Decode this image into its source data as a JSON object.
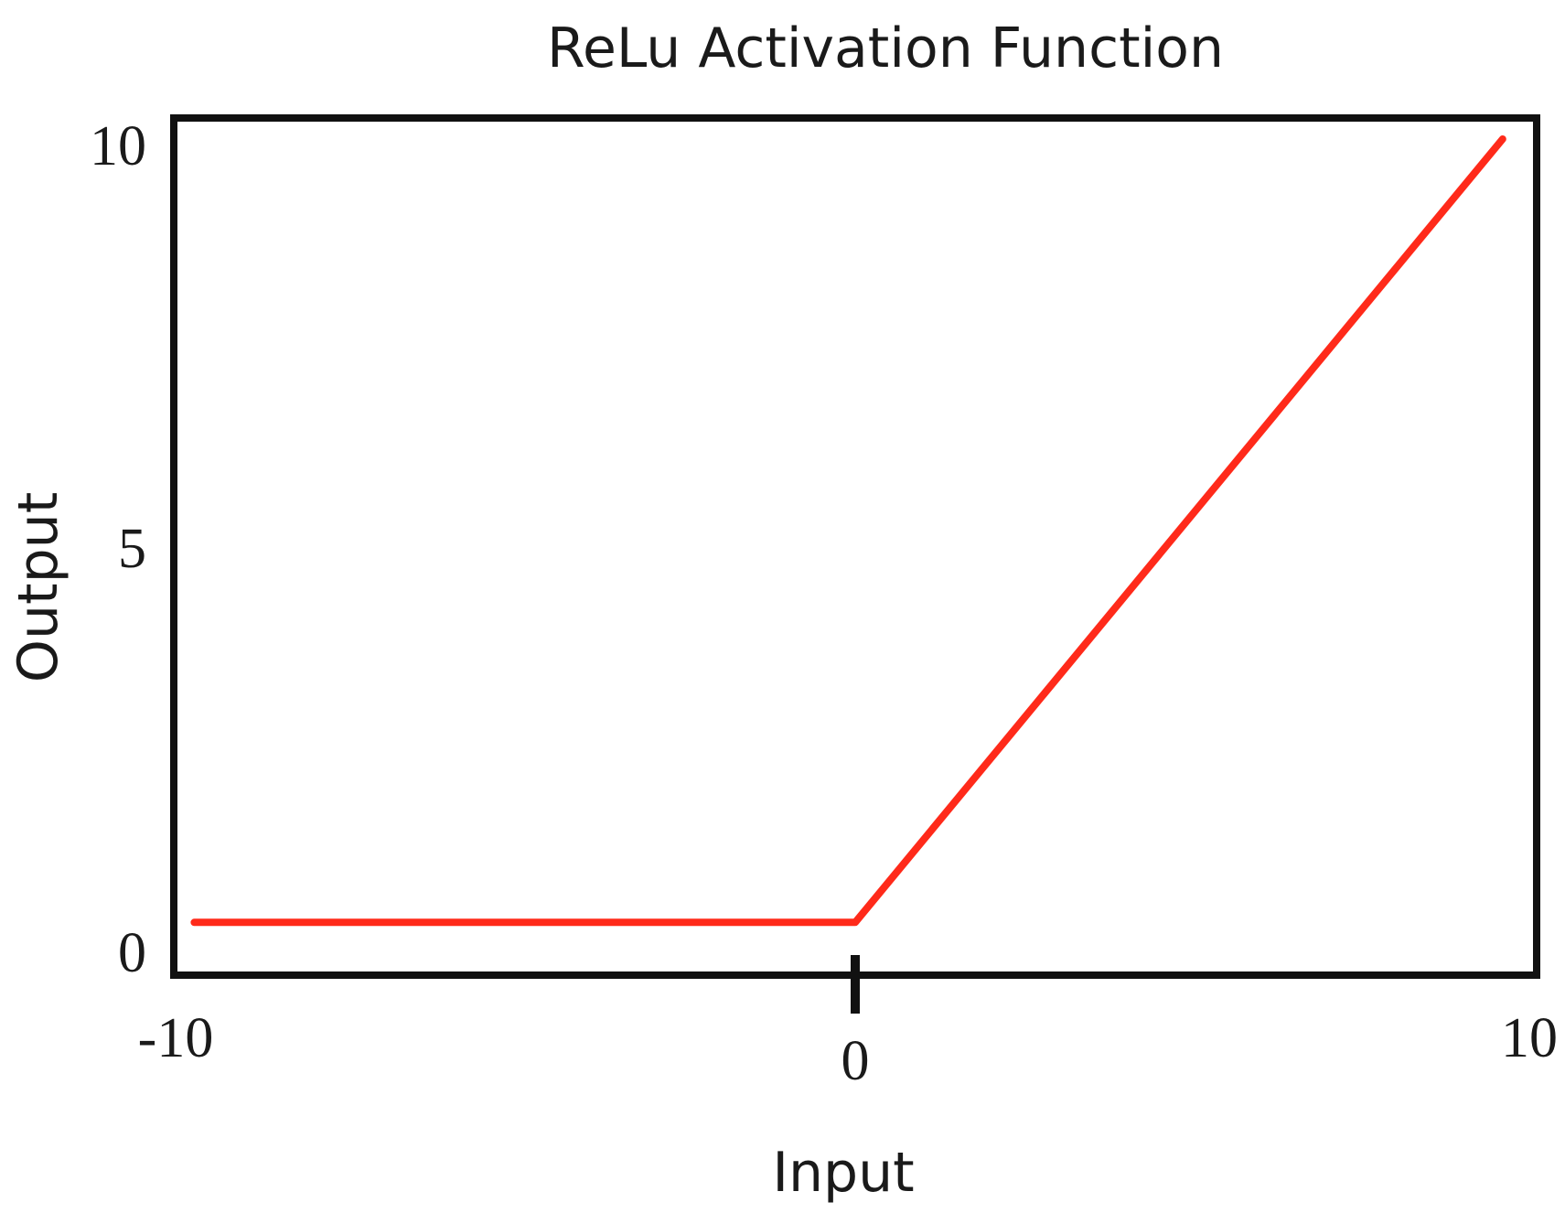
{
  "chart_data": {
    "type": "line",
    "title": "ReLu Activation Function",
    "xlabel": "Input",
    "ylabel": "Output",
    "xlim": [
      -10,
      10
    ],
    "ylim": [
      0,
      10
    ],
    "x_ticks": [
      {
        "value": -10,
        "label": "-10"
      },
      {
        "value": 0,
        "label": "0"
      },
      {
        "value": 10,
        "label": "10"
      }
    ],
    "y_ticks": [
      {
        "value": 0,
        "label": "0"
      },
      {
        "value": 5,
        "label": "5"
      },
      {
        "value": 10,
        "label": "10"
      }
    ],
    "grid": false,
    "series": [
      {
        "color": "#ff2a1a",
        "x": [
          -9.7,
          0,
          9.5
        ],
        "y": [
          0.4,
          0.4,
          10
        ]
      }
    ]
  }
}
